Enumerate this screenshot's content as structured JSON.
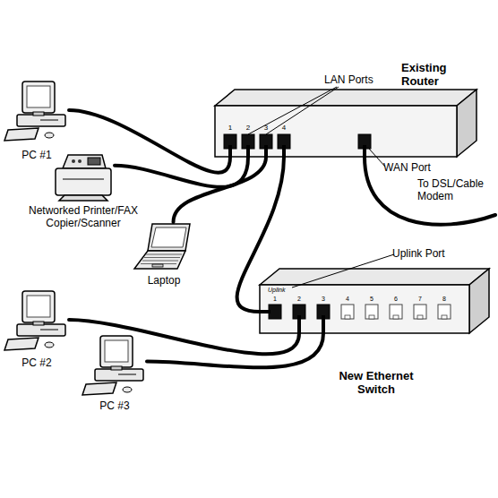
{
  "diagram": {
    "nodes": [
      {
        "text": [
          "PC #1"
        ]
      },
      {
        "text": [
          "Existing Router"
        ]
      },
      {
        "text": [
          "Networked Printer/FAX Copier/Scanner"
        ]
      },
      {
        "text": [
          "Laptop"
        ]
      },
      {
        "text": [
          "PC #2"
        ]
      },
      {
        "text": [
          "PC #3"
        ]
      },
      {
        "text": [
          "New Ethernet Switch"
        ]
      }
    ],
    "edges": [
      {
        "from": 0,
        "to": 1,
        "arrow": "none"
      },
      {
        "from": 2,
        "to": 1,
        "arrow": "none"
      },
      {
        "from": 3,
        "to": 1,
        "arrow": "none"
      },
      {
        "from": 1,
        "to": 6,
        "arrow": "none"
      },
      {
        "from": 4,
        "to": 6,
        "arrow": "none"
      },
      {
        "from": 5,
        "to": 6,
        "arrow": "none"
      }
    ],
    "labels": [
      "LAN Ports",
      "1",
      "2",
      "3",
      "4",
      "WAN Port",
      "To DSL/Cable Modem",
      "Uplink",
      "1",
      "2",
      "3",
      "4",
      "5",
      "6",
      "7",
      "8",
      "Uplink Port"
    ]
  }
}
